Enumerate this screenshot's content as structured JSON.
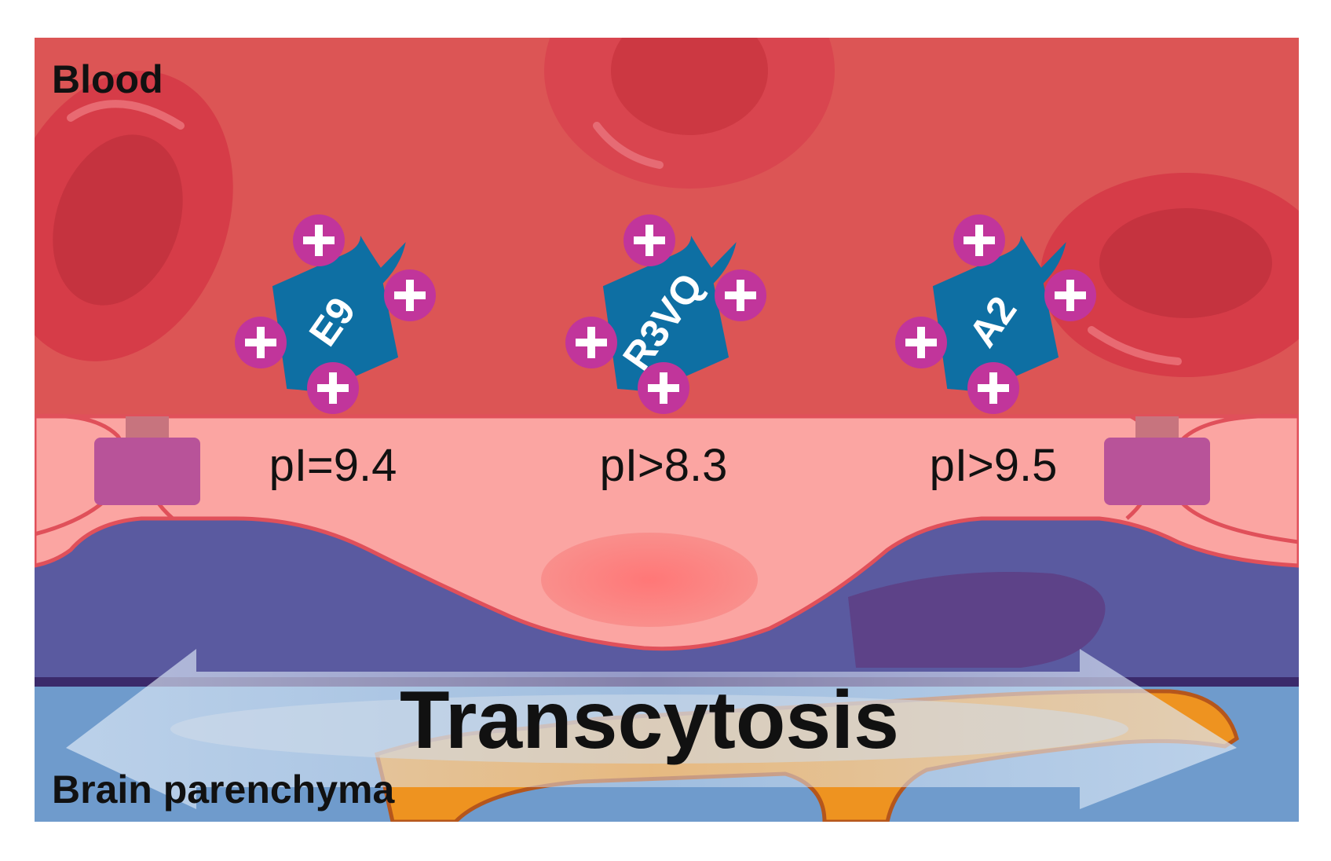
{
  "regions": {
    "blood": "Blood",
    "brain": "Brain parenchyma"
  },
  "peptides": [
    {
      "name": "E9",
      "pi": "pI=9.4",
      "charges": 4
    },
    {
      "name": "R3VQ",
      "pi": "pI>8.3",
      "charges": 4
    },
    {
      "name": "A2",
      "pi": "pI>9.5",
      "charges": 4
    }
  ],
  "process": {
    "label": "Transcytosis"
  },
  "colors": {
    "blood": "#dc5555",
    "red_blood_cell": "#d63c48",
    "endothelial_cell": "#fba5a2",
    "endothelial_border": "#e0505a",
    "tight_junction": "#b85399",
    "pericyte": "#5a5aa0",
    "basement_membrane": "#3b2a6b",
    "brain": "#6f9bcc",
    "astrocyte_foot": "#ee9320",
    "peptide": "#0e6fa3",
    "charge": "#c1359b",
    "arrow": "#d8e6f5"
  },
  "icons": {
    "charge": "plus-circle-icon",
    "tight_junction": "tight-junction-block",
    "arrow": "double-arrow"
  }
}
